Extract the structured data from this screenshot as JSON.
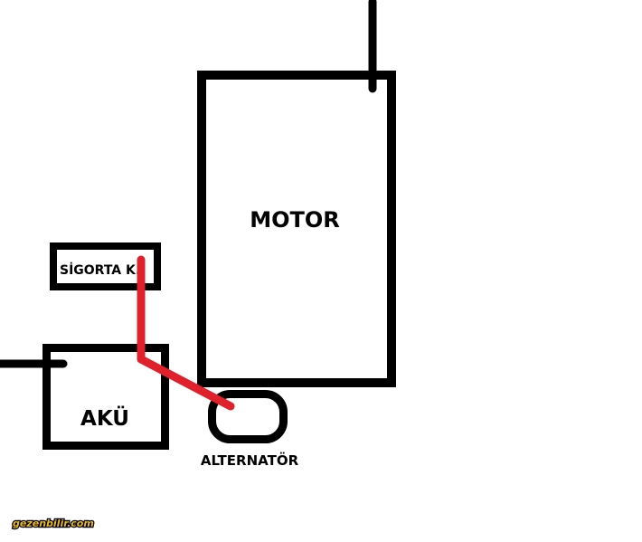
{
  "diagram": {
    "motor_label": "MOTOR",
    "fuse_label": "SİGORTA K.",
    "battery_label": "AKÜ",
    "alternator_label": "ALTERNATÖR",
    "watermark": "gezenbilir.com",
    "colors": {
      "outline": "#000000",
      "wire": "#e0202a",
      "watermark": "#e8b923"
    }
  }
}
